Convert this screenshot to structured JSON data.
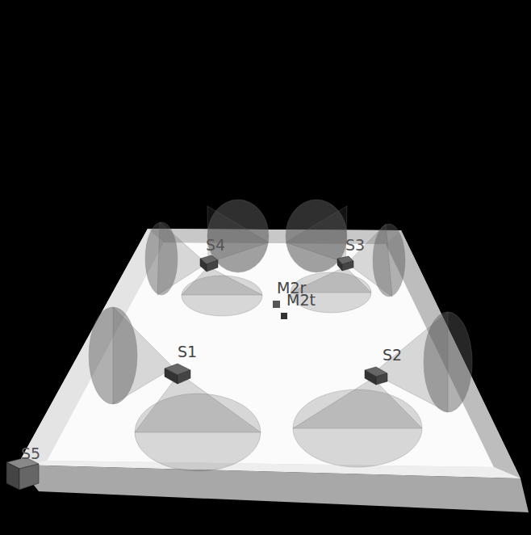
{
  "diagram": {
    "labels": [
      "S4",
      "S3",
      "M2r",
      "M2t",
      "S1",
      "S2",
      "S5"
    ]
  }
}
